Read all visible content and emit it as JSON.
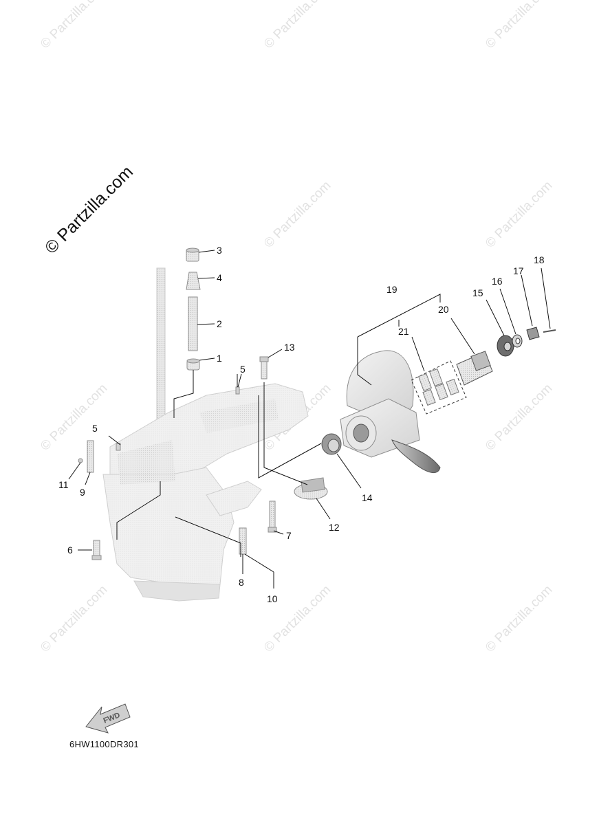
{
  "watermark": {
    "main": "© Partzilla.com",
    "repeat": "© Partzilla.com"
  },
  "diagram": {
    "code": "6HW1100DR301",
    "fwd_label": "FWD"
  },
  "callouts": {
    "c1": "1",
    "c2": "2",
    "c3": "3",
    "c4": "4",
    "c5a": "5",
    "c5b": "5",
    "c6": "6",
    "c7": "7",
    "c8": "8",
    "c9": "9",
    "c10": "10",
    "c11": "11",
    "c12": "12",
    "c13": "13",
    "c14": "14",
    "c15": "15",
    "c16": "16",
    "c17": "17",
    "c18": "18",
    "c19": "19",
    "c20": "20",
    "c21": "21"
  }
}
